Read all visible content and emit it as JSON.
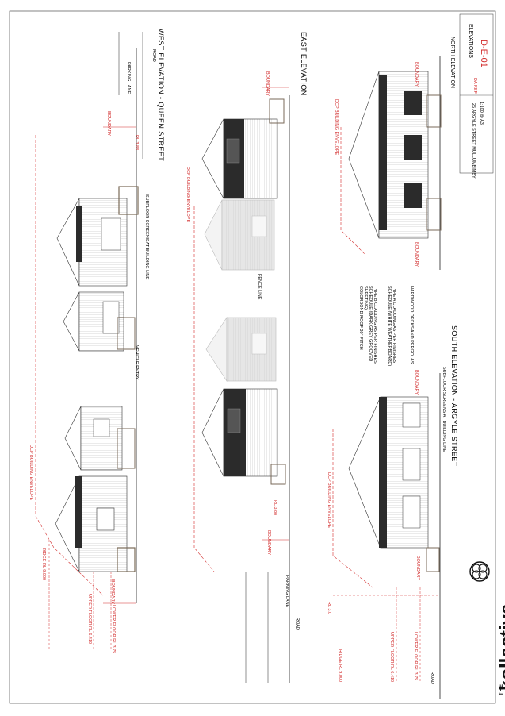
{
  "sheet": {
    "drawing_number": "D-E-01",
    "sheet_title_line1": "ELEVATIONS",
    "sheet_title_line2": "NORTH ELEVATION",
    "project_address": "25 ARGYLE STREET MULLUMBIMBY",
    "revision": "DA REF",
    "scale": "1:100 @ A3"
  },
  "brand": {
    "the": "THE",
    "name": "kollective"
  },
  "colors": {
    "red": "#d22a2a",
    "dark_cladding": "#2b2b2b",
    "line": "#222222",
    "timber": "#7a6a58"
  },
  "elevations": {
    "west_title": "WEST ELEVATION - QUEEN STREET",
    "east_title": "EAST ELEVATION",
    "south_title": "SOUTH ELEVATION - ARGYLE STREET",
    "north_title": "NORTH ELEVATION"
  },
  "labels": {
    "road": "ROAD",
    "parking_lane": "PARKING LANE",
    "boundary": "BOUNDARY",
    "dcp_envelope": "DCP BUILDING ENVELOPE",
    "ridge_rl": "RIDGE RL 9.000",
    "upper_floor": "UPPER FLOOR RL 6.410",
    "lower_floor": "LOWER FLOOR RL 3.75",
    "rl_left": "RL 3.88",
    "rl_right": "RL 3.88",
    "vehicle_entry": "VEHICLE ENTRY",
    "sub_floor": "SUBFLOOR SCREENS AT BUILDING LINE",
    "fence_line": "FENCE LINE",
    "rl_road": "RL 3.0"
  },
  "notes": [
    "COLORBOND ROOF 30° PITCH",
    "TYPE B CLADDING AS PER FINISHES SCHEDULE (DARK GREY GROOVED SHEETING)",
    "TYPE A CLADDING AS PER FINISHES SCHEDULE (WHITE WEATHERBOARD)",
    "HARDWOOD DECKS AND PERGOLAS"
  ]
}
